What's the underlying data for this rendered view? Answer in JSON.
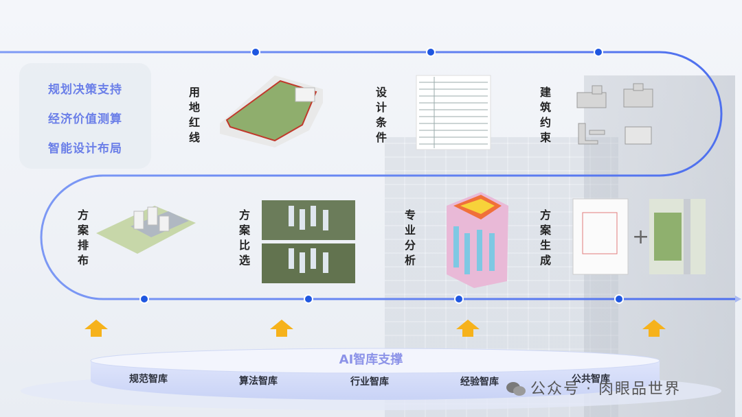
{
  "sidebar": {
    "items": [
      "规划决策支持",
      "经济价值测算",
      "智能设计布局"
    ]
  },
  "steps_top": [
    {
      "label": "用地红线"
    },
    {
      "label": "设计条件"
    },
    {
      "label": "建筑约束"
    }
  ],
  "steps_bottom": [
    {
      "label": "方案排布"
    },
    {
      "label": "方案比选"
    },
    {
      "label": "专业分析"
    },
    {
      "label": "方案生成"
    }
  ],
  "plus_sign": "+",
  "base": {
    "title": "AI智库支撑",
    "libraries": [
      "规范智库",
      "算法智库",
      "行业智库",
      "经验智库",
      "公共智库"
    ]
  },
  "watermark": "公众号 · 肉眼品世界",
  "colors": {
    "flow_line": "#5b7bf0",
    "node": "#1f57e0",
    "arrow": "#f6b21b",
    "sidebar_text": "#6b7fe8"
  }
}
